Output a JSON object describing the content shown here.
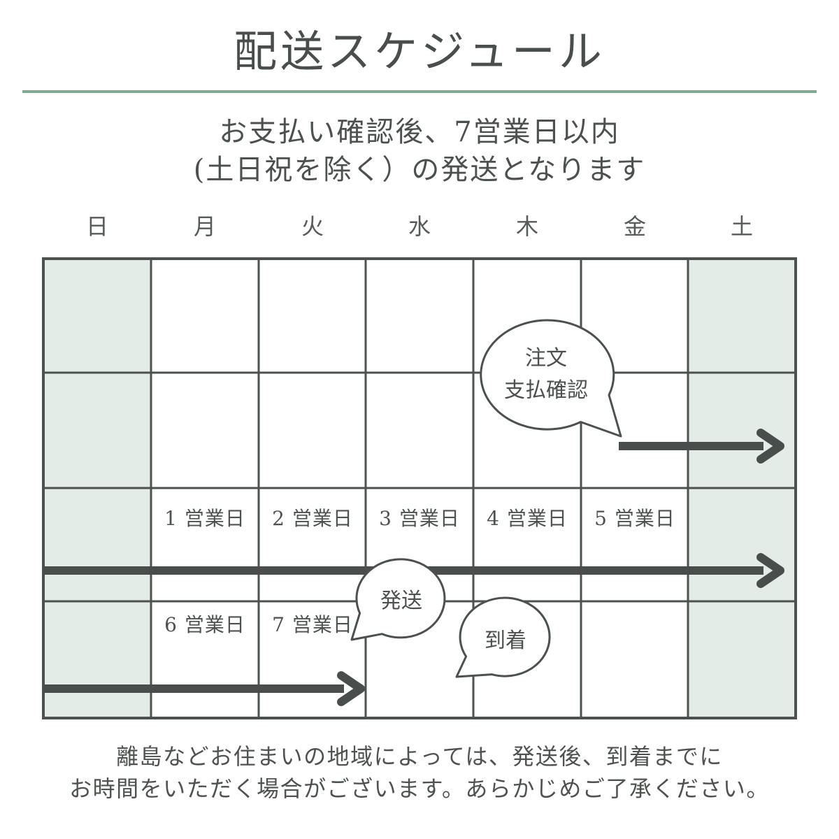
{
  "title": "配送スケジュール",
  "subtitle": {
    "line1": "お支払い確認後、7営業日以内",
    "line2": "(土日祝を除く）の発送となります"
  },
  "week_header": {
    "days": [
      "日",
      "月",
      "火",
      "水",
      "木",
      "金",
      "土"
    ]
  },
  "schedule": {
    "business_day_labels_week1": [
      "1 営業日",
      "2 営業日",
      "3 営業日",
      "4 営業日",
      "5 営業日"
    ],
    "business_day_labels_week2": [
      "6 営業日",
      "7 営業日"
    ]
  },
  "callouts": {
    "order_line1": "注文",
    "order_line2": "支払確認",
    "ship": "発送",
    "arrive": "到着"
  },
  "footer": {
    "line1": "離島などお住まいの地域によっては、発送後、到着までに",
    "line2": "お時間をいただく場合がございます。あらかじめご了承ください。"
  },
  "colors": {
    "ink": "#4c504e",
    "grid_line": "#4d514f",
    "arrow": "#494e4c",
    "weekend_cell_green": "#e3ece6",
    "divider_green": "#84a88e"
  }
}
